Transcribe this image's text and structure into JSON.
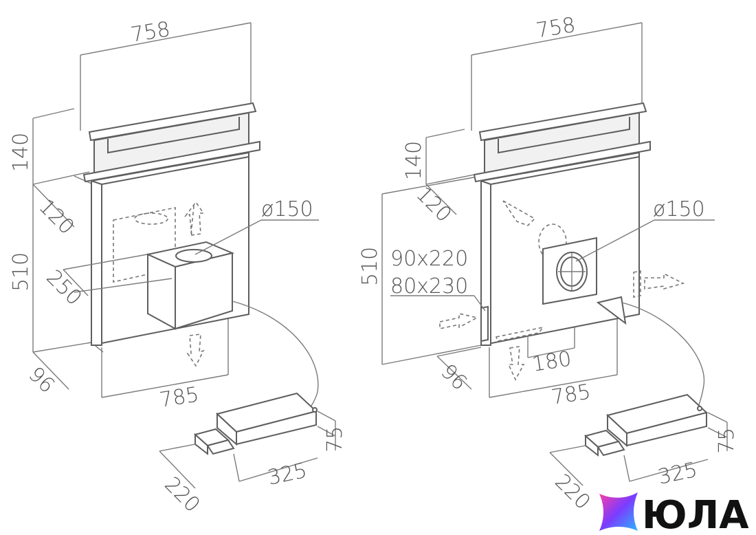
{
  "diagram_left": {
    "width_top": "758",
    "height_riser": "140",
    "depth_top": "120",
    "height_body": "510",
    "duct_side": "250",
    "duct_diameter": "ø150",
    "depth_base": "96",
    "width_base": "785",
    "motor_height": "75",
    "motor_length": "325",
    "motor_depth": "220"
  },
  "diagram_right": {
    "width_top": "758",
    "height_riser": "140",
    "depth_top": "120",
    "height_body": "510",
    "outlet_a": "90x220",
    "outlet_b": "80x230",
    "duct_diameter": "ø150",
    "depth_base": "96",
    "offset_bottom": "180",
    "width_base": "785",
    "motor_height": "75",
    "motor_length": "325",
    "motor_depth": "220"
  },
  "logo": {
    "text": "ЮЛА",
    "colors": {
      "pink": "#ff3ea5",
      "purple": "#7b3cff",
      "blue": "#28b7ff",
      "text": "#111111"
    }
  }
}
